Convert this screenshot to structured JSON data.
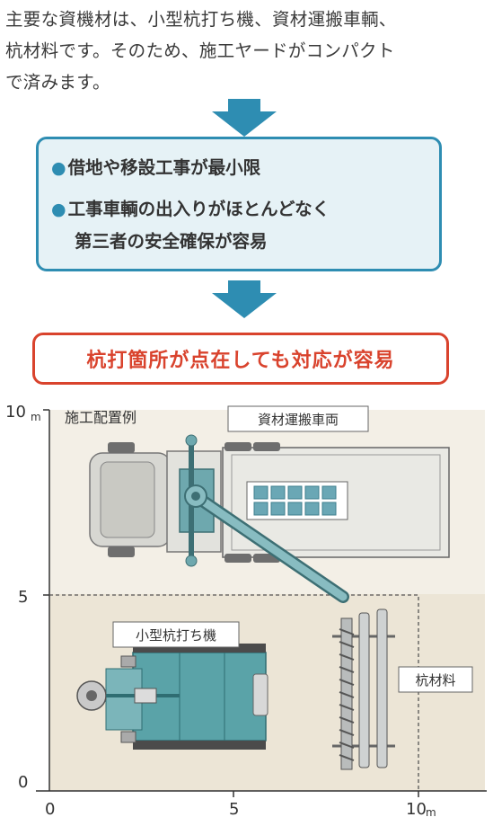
{
  "intro": {
    "line1": "主要な資機材は、小型杭打ち機、資材運搬車輌、",
    "line2": "杭材料です。そのため、施工ヤードがコンパクト",
    "line3": "で済みます。"
  },
  "benefits": {
    "item1": "借地や移設工事が最小限",
    "item2_line1": "工事車輌の出入りがほとんどなく",
    "item2_line2": "第三者の安全確保が容易"
  },
  "conclusion": "杭打箇所が点在しても対応が容易",
  "diagram": {
    "title": "施工配置例",
    "labels": {
      "truck": "資材運搬車両",
      "pile_driver": "小型杭打ち機",
      "pile_material": "杭材料"
    },
    "axis": {
      "y_unit": "m",
      "x_unit": "m",
      "y_ticks": [
        "10",
        "5",
        "0"
      ],
      "x_ticks": [
        "0",
        "5",
        "10"
      ]
    },
    "colors": {
      "accent_blue": "#2e8db2",
      "accent_red": "#d9432d",
      "machine_teal": "#5aa3a8",
      "ground": "#e8e0d0"
    }
  }
}
